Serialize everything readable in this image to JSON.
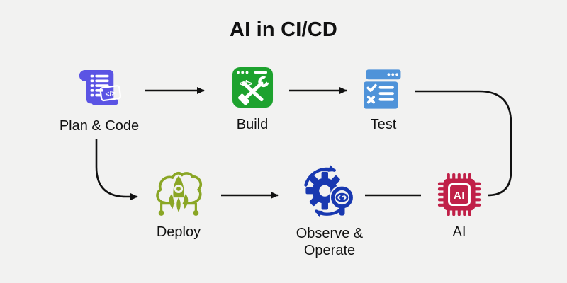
{
  "title": "AI in CI/CD",
  "glyphs": {
    "code_tag": "</>"
  },
  "ai_chip": {
    "text": "AI"
  },
  "colors": {
    "background": "#f2f2f1",
    "ink": "#111111",
    "plan": "#5b54e4",
    "build": "#1da22e",
    "test": "#4f93d9",
    "deploy": "#8aa625",
    "observe": "#1838b0",
    "ai": "#c02048"
  },
  "nodes": [
    {
      "id": "plan-code",
      "label": "Plan & Code"
    },
    {
      "id": "build",
      "label": "Build"
    },
    {
      "id": "test",
      "label": "Test"
    },
    {
      "id": "deploy",
      "label": "Deploy"
    },
    {
      "id": "observe-operate",
      "label": "Observe & Operate"
    },
    {
      "id": "ai",
      "label": "AI"
    }
  ],
  "connections": [
    {
      "from": "plan-code",
      "to": "build",
      "style": "straight-arrow"
    },
    {
      "from": "build",
      "to": "test",
      "style": "straight-arrow"
    },
    {
      "from": "test",
      "to": "ai",
      "style": "curved-line"
    },
    {
      "from": "plan-code",
      "to": "deploy",
      "style": "curved-arrow"
    },
    {
      "from": "deploy",
      "to": "observe-operate",
      "style": "straight-arrow"
    },
    {
      "from": "observe-operate",
      "to": "ai",
      "style": "straight-line"
    }
  ]
}
